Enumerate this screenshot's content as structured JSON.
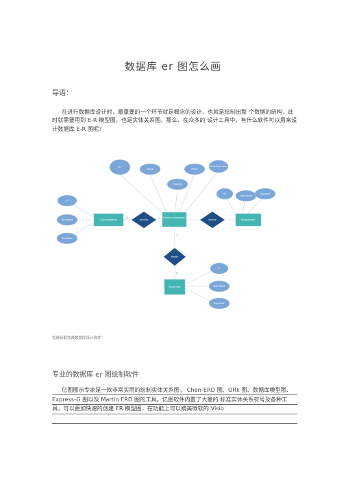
{
  "title": "数据库 er 图怎么画",
  "intro": {
    "heading": "导语：",
    "paragraph": "在进行数据库设计时，最重要的一个环节就是概念的设计，也就是绘制出整 个数据的结构，此时就需要用到 E-R 模型图，也是实体关系图。那么，在众多的 设计工具中，有什么软件可以用来设计数据库 E-R 图呢？"
  },
  "diagram": {
    "entities": [
      {
        "id": "e_left",
        "label": "CustomerName"
      },
      {
        "id": "e_center",
        "label": "Property Information"
      },
      {
        "id": "e_right",
        "label": "Filing system"
      },
      {
        "id": "e_bottom",
        "label": "Scope mat"
      }
    ],
    "relationships": [
      {
        "id": "r_left",
        "label": "Security"
      },
      {
        "id": "r_right",
        "label": "Service"
      },
      {
        "id": "r_bottom",
        "label": "Modify"
      }
    ],
    "attributes": [
      {
        "id": "a1",
        "label": "ID"
      },
      {
        "id": "a2",
        "label": "Name"
      },
      {
        "id": "a3",
        "label": "Phone"
      },
      {
        "id": "a4",
        "label": "Introduce date"
      },
      {
        "id": "a5",
        "label": "Quantity"
      },
      {
        "id": "a6",
        "label": "ID"
      },
      {
        "id": "a7",
        "label": "Sort Name"
      },
      {
        "id": "a8",
        "label": "Password"
      },
      {
        "id": "a9",
        "label": "ID"
      },
      {
        "id": "a10",
        "label": "User Name"
      },
      {
        "id": "a11",
        "label": "Password"
      },
      {
        "id": "a12",
        "label": "ID"
      },
      {
        "id": "a13",
        "label": "Staff Name"
      },
      {
        "id": "a14",
        "label": "Signature"
      }
    ],
    "cardinalities": [
      "N",
      "1",
      "1",
      "N"
    ]
  },
  "caption": "免费获取免费数据库设计软件：",
  "section": {
    "heading": "专业的数据库 er 图绘制软件",
    "paragraph": "亿图图示专家是一款非常实用的绘制实体关系图， Chen-ERD 图、ORk 图、数据库模型图、Express-G 图以及 Martin ERD 图的工具。亿图软件内置了大量的 标准实体关系符号及各种工具，可以更加快速的创建 ER 模型图，在功能上可以媲美微软的 Visio"
  },
  "colors": {
    "entity": "#45b5b2",
    "relationship": "#1f4f86",
    "attribute": "#7aa6d8"
  }
}
